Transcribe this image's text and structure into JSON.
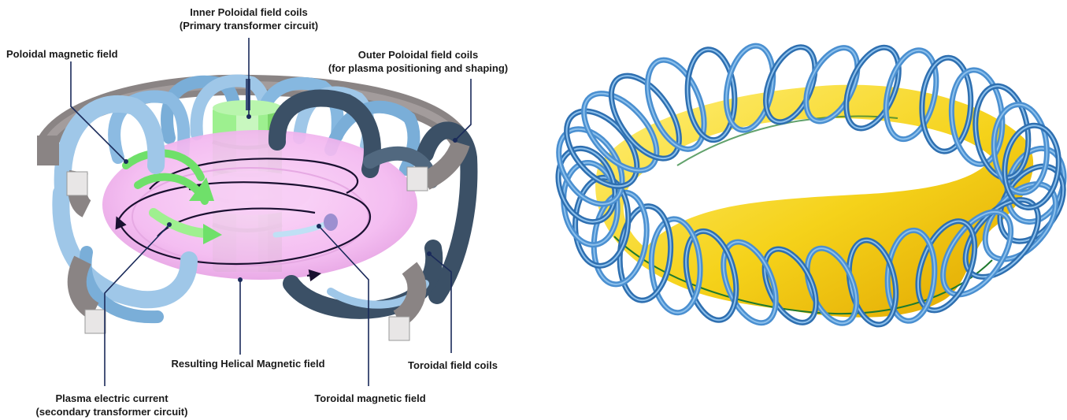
{
  "tokamak": {
    "labels": {
      "inner_poloidal": {
        "line1": "Inner Poloidal field coils",
        "line2": "(Primary transformer circuit)"
      },
      "poloidal_field": "Poloidal magnetic field",
      "outer_poloidal": {
        "line1": "Outer Poloidal field coils",
        "line2": "(for plasma positioning and shaping)"
      },
      "helical_field": "Resulting Helical Magnetic field",
      "toroidal_coils": "Toroidal field coils",
      "plasma_current": {
        "line1": "Plasma electric current",
        "line2": "(secondary transformer circuit)"
      },
      "toroidal_field": "Toroidal magnetic field"
    }
  },
  "colors": {
    "plasma_torus": "#f3b8f0",
    "toroidal_coil_light": "#9fc7e8",
    "toroidal_coil_dark": "#3b5066",
    "poloidal_ring": "#8a8484",
    "central_solenoid": "#7be36a",
    "field_arrow": "#6fe06a",
    "stellarator_coil": "#2e6fb0",
    "stellarator_plasma": "#f5d21a",
    "leader_line": "#1a2a5a"
  }
}
